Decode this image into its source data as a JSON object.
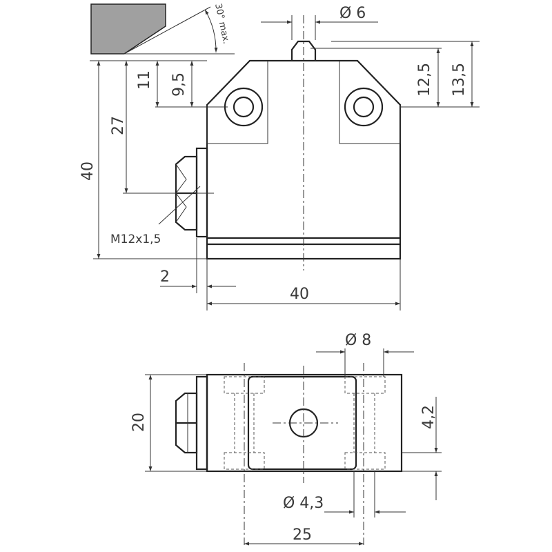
{
  "colors": {
    "line": "#222222",
    "dimension": "#333333",
    "actuator_fill": "#a0a0a0",
    "background": "#ffffff"
  },
  "labels": {
    "angle": "30° max.",
    "plunger_diameter": "Ø 6",
    "dim_13_5": "13,5",
    "dim_12_5": "12,5",
    "dim_11": "11",
    "dim_9_5": "9,5",
    "dim_27": "27",
    "dim_40_height": "40",
    "thread": "M12x1,5",
    "dim_2": "2",
    "dim_40_width": "40",
    "hole_diameter_8": "Ø 8",
    "dim_20": "20",
    "dim_4_2": "4,2",
    "hole_diameter_4_3": "Ø 4,3",
    "dim_25": "25"
  }
}
